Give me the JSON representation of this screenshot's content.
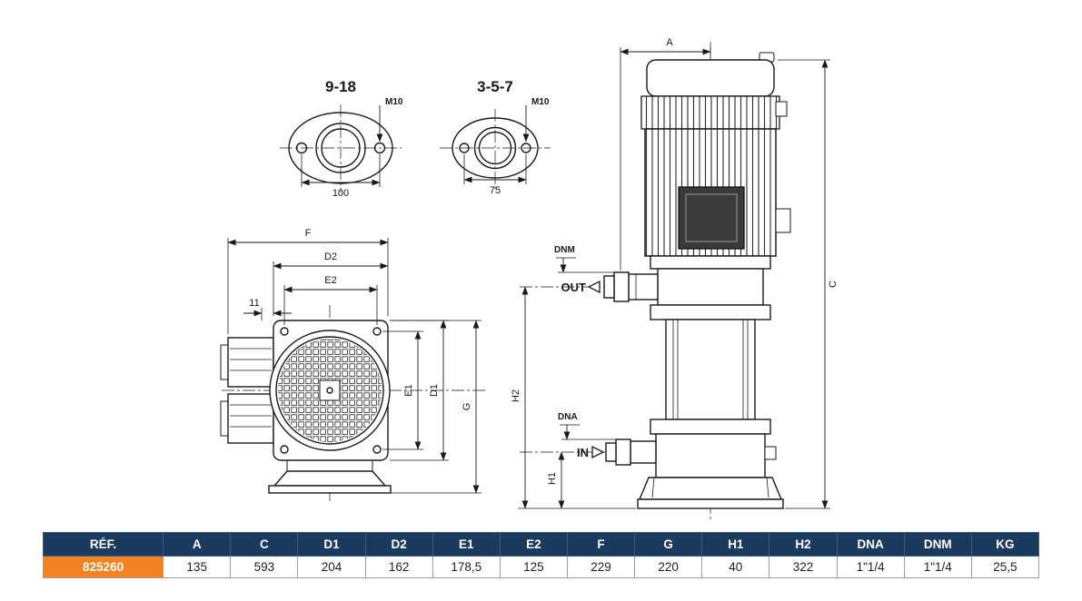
{
  "drawings": {
    "flange_918": {
      "title": "9-18",
      "thread": "M10",
      "spacing": "100"
    },
    "flange_357": {
      "title": "3-5-7",
      "thread": "M10",
      "spacing": "75"
    },
    "front_view": {
      "dim_f": "F",
      "dim_d2": "D2",
      "dim_e2": "E2",
      "dim_offset": "11",
      "dim_e1": "E1",
      "dim_d1": "D1",
      "dim_g": "G"
    },
    "side_view": {
      "dim_a": "A",
      "dim_c": "C",
      "dim_h2": "H2",
      "dim_h1": "H1",
      "label_dnm": "DNM",
      "label_out": "OUT",
      "label_dna": "DNA",
      "label_in": "IN"
    }
  },
  "table": {
    "headers": [
      "RÉF.",
      "A",
      "C",
      "D1",
      "D2",
      "E1",
      "E2",
      "F",
      "G",
      "H1",
      "H2",
      "DNA",
      "DNM",
      "KG"
    ],
    "row": {
      "ref": "825260",
      "values": [
        "135",
        "593",
        "204",
        "162",
        "178,5",
        "125",
        "229",
        "220",
        "40",
        "322",
        "1\"1/4",
        "1\"1/4",
        "25,5"
      ]
    }
  },
  "colors": {
    "header_bg": "#1b3a5f",
    "header_text": "#ffffff",
    "ref_bg": "#f58220",
    "ref_text": "#ffffff",
    "line": "#1a1a1a"
  }
}
